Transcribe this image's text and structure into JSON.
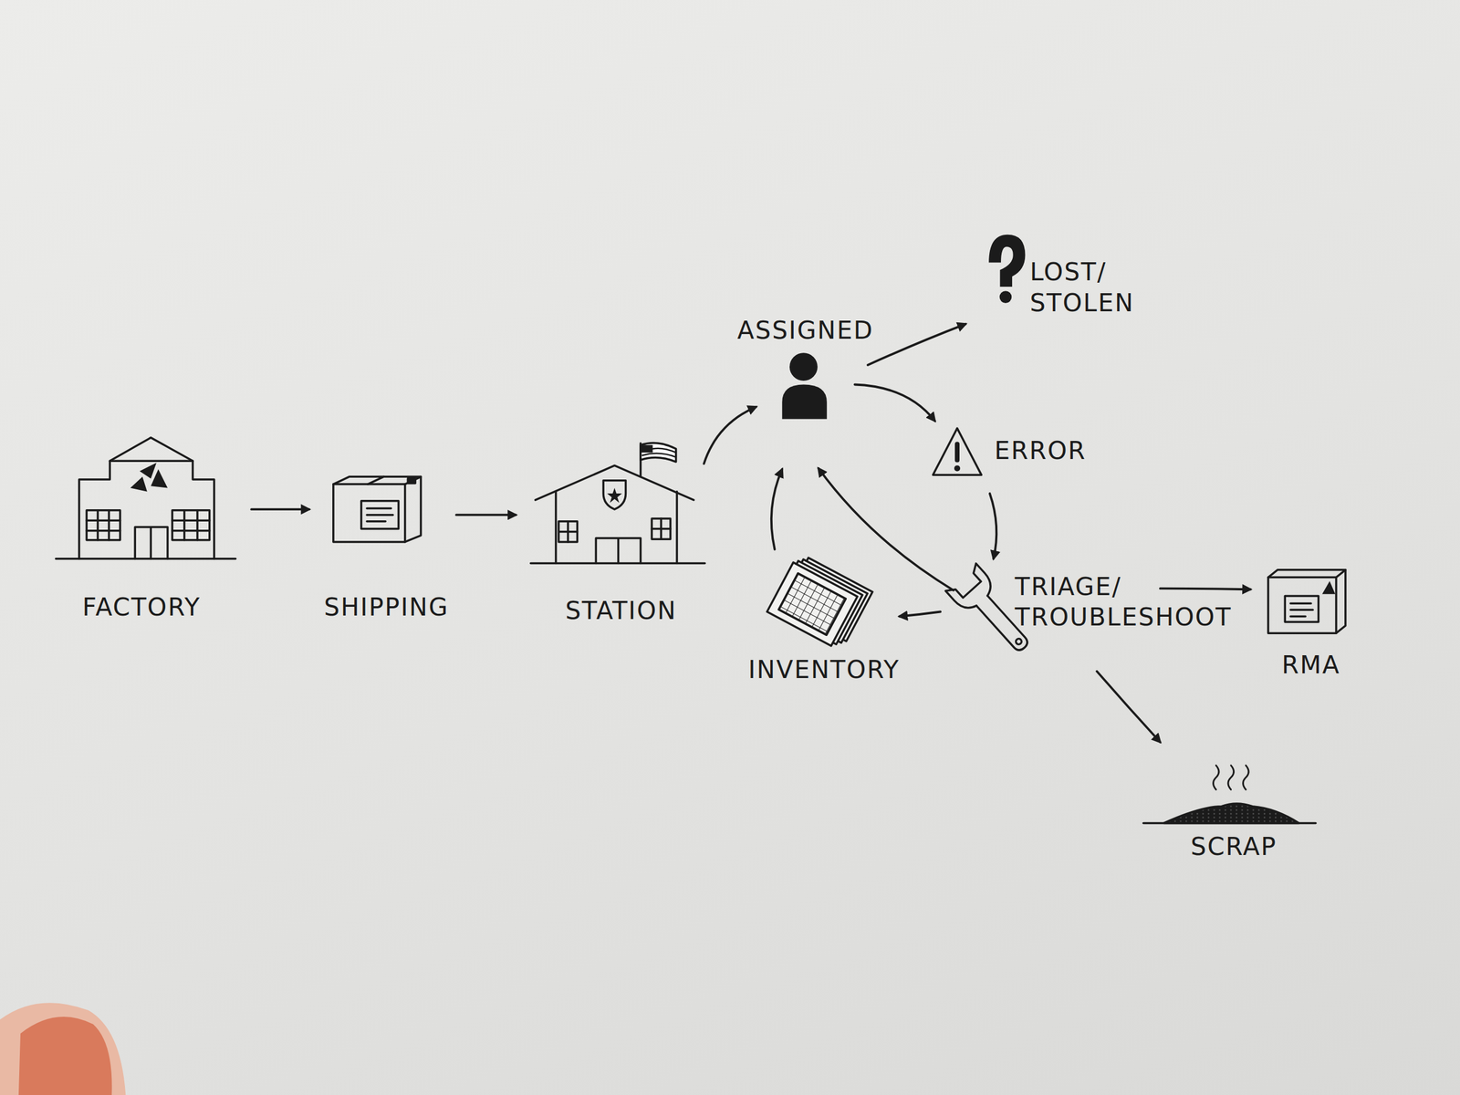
{
  "diagram": {
    "nodes": [
      {
        "text": [
          "FACTORY"
        ]
      },
      {
        "text": [
          "SHIPPING"
        ]
      },
      {
        "text": [
          "STATION"
        ]
      },
      {
        "text": [
          "ASSIGNED"
        ]
      },
      {
        "text": [
          "LOST/ STOLEN"
        ]
      },
      {
        "text": [
          "ERROR"
        ]
      },
      {
        "text": [
          "TRIAGE/ TROUBLESHOOT"
        ]
      },
      {
        "text": [
          "INVENTORY"
        ]
      },
      {
        "text": [
          "RMA"
        ]
      },
      {
        "text": [
          "SCRAP"
        ]
      }
    ],
    "edges": [
      {
        "from": 0,
        "to": 1,
        "arrow": "to"
      },
      {
        "from": 1,
        "to": 2,
        "arrow": "to"
      },
      {
        "from": 2,
        "to": 3,
        "arrow": "to"
      },
      {
        "from": 3,
        "to": 4,
        "arrow": "to"
      },
      {
        "from": 3,
        "to": 5,
        "arrow": "to"
      },
      {
        "from": 5,
        "to": 6,
        "arrow": "to"
      },
      {
        "from": 6,
        "to": 7,
        "arrow": "to"
      },
      {
        "from": 6,
        "to": 3,
        "arrow": "to"
      },
      {
        "from": 7,
        "to": 3,
        "arrow": "to"
      },
      {
        "from": 6,
        "to": 8,
        "arrow": "to"
      },
      {
        "from": 6,
        "to": 9,
        "arrow": "to"
      }
    ]
  }
}
